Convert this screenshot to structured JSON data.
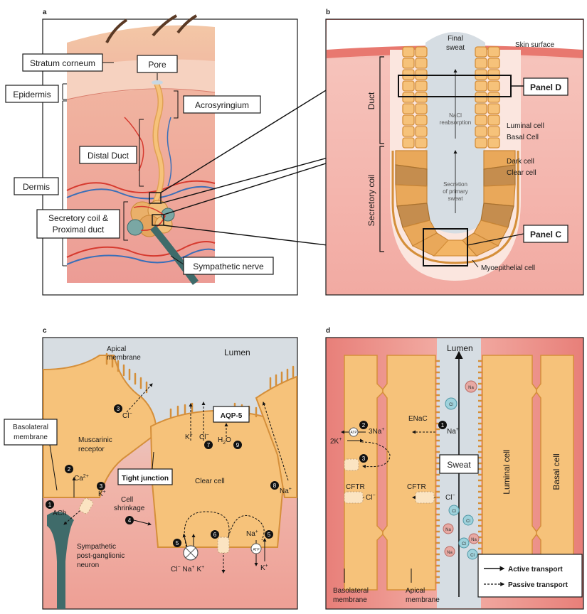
{
  "panels": {
    "a": {
      "letter": "a",
      "labels": {
        "stratum_corneum": "Stratum corneum",
        "pore": "Pore",
        "epidermis": "Epidermis",
        "acrosyringium": "Acrosyringium",
        "distal_duct": "Distal Duct",
        "dermis": "Dermis",
        "secretory_coil_line1": "Secretory coil &",
        "secretory_coil_line2": "Proximal duct",
        "sympathetic_nerve": "Sympathetic nerve"
      }
    },
    "b": {
      "letter": "b",
      "labels": {
        "final_sweat_line1": "Final",
        "final_sweat_line2": "sweat",
        "skin_surface": "Skin surface",
        "panel_d": "Panel D",
        "duct": "Duct",
        "nacl_line1": "NaCl",
        "nacl_line2": "reabsorption",
        "luminal_cell": "Luminal cell",
        "basal_cell": "Basal Cell",
        "secretory_coil": "Secretory coil",
        "dark_cell": "Dark cell",
        "clear_cell": "Clear cell",
        "secretion_line1": "Secretion",
        "secretion_line2": "of primary",
        "secretion_line3": "sweat",
        "panel_c": "Panel C",
        "myoepithelial_cell": "Myoepithelial cell"
      }
    },
    "c": {
      "letter": "c",
      "labels": {
        "apical_line1": "Apical",
        "apical_line2": "membrane",
        "lumen": "Lumen",
        "basolateral_line1": "Basolateral",
        "basolateral_line2": "membrane",
        "muscarinic_line1": "Muscarinic",
        "muscarinic_line2": "receptor",
        "aqp5": "AQP-5",
        "tight_junction": "Tight junction",
        "clear_cell": "Clear cell",
        "cell_shrinkage_line1": "Cell",
        "cell_shrinkage_line2": "shrinkage",
        "ach": "ACh",
        "neuron_line1": "Sympathetic",
        "neuron_line2": "post-ganglionic",
        "neuron_line3": "neuron",
        "ca": "Ca",
        "ca_sup": "2+",
        "k": "K",
        "plus": "+",
        "na": "Na",
        "cl": "Cl",
        "minus": "−",
        "h2o_h": "H",
        "h2o_2": "2",
        "h2o_o": "O",
        "atp": "ATP",
        "n1": "1",
        "n2": "2",
        "n3": "3",
        "n4": "4",
        "n5": "5",
        "n6": "6",
        "n7": "7",
        "n8": "8",
        "n9": "9"
      }
    },
    "d": {
      "letter": "d",
      "labels": {
        "lumen": "Lumen",
        "enac": "ENaC",
        "three_na": "3Na",
        "two_k": "2K",
        "sweat": "Sweat",
        "cftr": "CFTR",
        "luminal_cell": "Luminal cell",
        "basal_cell": "Basal cell",
        "basolateral_line1": "Basolateral",
        "basolateral_line2": "membrane",
        "apical_line1": "Apical",
        "apical_line2": "membrane",
        "active_transport": "Active transport",
        "passive_transport": "Passive transport",
        "na": "Na",
        "cl": "Cl",
        "plus": "+",
        "minus": "−",
        "atp": "ATP",
        "n1": "1",
        "n2": "2",
        "n3": "3"
      }
    }
  },
  "colors": {
    "skin_pink": "#f4b8ad",
    "cell_orange": "#f6c27a",
    "lumen_blue": "#d6dde3",
    "nerve_teal": "#3f6b6a",
    "vessel_red": "#d63a2f",
    "vessel_blue": "#3a6fb8"
  }
}
